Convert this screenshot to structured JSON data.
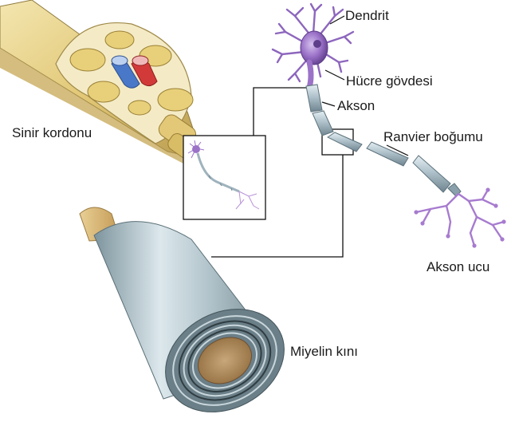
{
  "labels": {
    "dendrite": "Dendrit",
    "cell_body": "Hücre gövdesi",
    "axon": "Akson",
    "node_of_ranvier": "Ranvier boğumu",
    "nerve_cord": "Sinir kordonu",
    "axon_terminal": "Akson ucu",
    "myelin_sheath": "Miyelin kını"
  },
  "colors": {
    "neuron": "#9b72c8",
    "axon": "#a9bcc6",
    "nerve_fascicle": "#e8d07a",
    "artery": "#d23a3a",
    "vein": "#4a78c8",
    "core": "#b08a5a"
  }
}
